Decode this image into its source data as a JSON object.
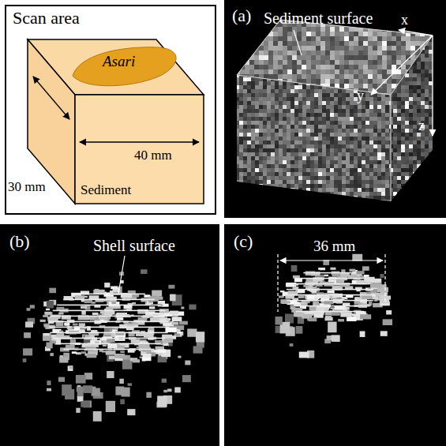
{
  "diagram": {
    "nodes": [
      {
        "text": [
          "Scan area"
        ]
      },
      {
        "text": [
          "(a)",
          "Sediment surface"
        ]
      },
      {
        "text": [
          "(b)",
          "Shell surface"
        ]
      },
      {
        "text": [
          "(c)"
        ]
      }
    ],
    "labels": [
      "Asari",
      "30 mm",
      "40 mm",
      "Sediment",
      "x",
      "y",
      "z",
      "36 mm"
    ]
  }
}
